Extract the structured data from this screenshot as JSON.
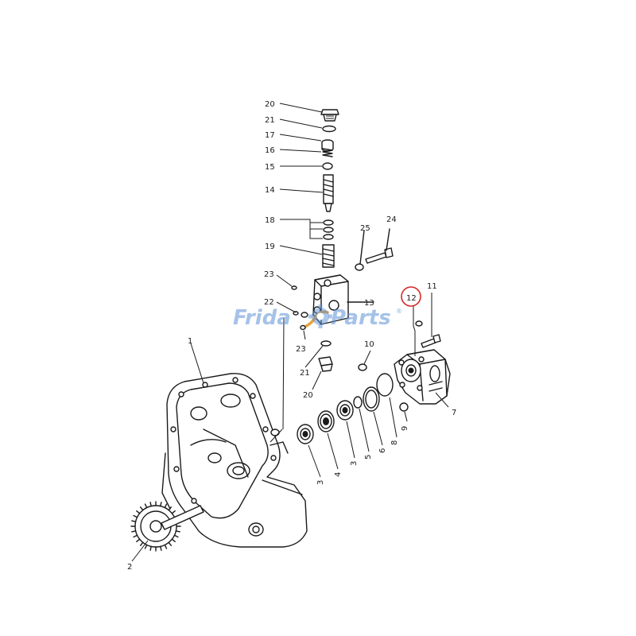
{
  "diagram": {
    "part_labels": {
      "p1": "1",
      "p2": "2",
      "p3a": "3",
      "p3b": "3",
      "p4": "4",
      "p5": "5",
      "p6": "6",
      "p7": "7",
      "p8": "8",
      "p9": "9",
      "p10": "10",
      "p11": "11",
      "p12": "12",
      "p13": "13",
      "p14": "14",
      "p15": "15",
      "p16": "16",
      "p17": "17",
      "p18": "18",
      "p19": "19",
      "p20a": "20",
      "p20b": "20",
      "p21a": "21",
      "p21b": "21",
      "p22": "22",
      "p23a": "23",
      "p23b": "23",
      "p24": "24",
      "p25": "25"
    },
    "highlighted_part": "12",
    "highlight_color": "#d62828",
    "tube_color": "#e8a33a"
  },
  "watermark": {
    "text_left": "Frida",
    "text_right": "Parts",
    "registered": "®",
    "color": "#5b8fd6",
    "gear_icon": "gear-icon"
  }
}
